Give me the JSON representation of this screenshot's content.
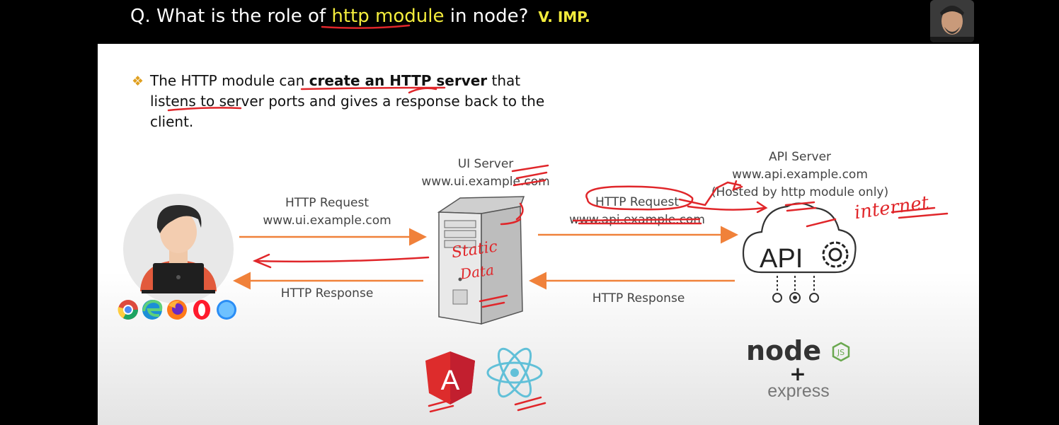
{
  "header": {
    "question_prefix": "Q. What is the role of ",
    "question_highlight": "http module",
    "question_suffix": " in node?",
    "importance": "V. IMP."
  },
  "bullet": {
    "part1": "The HTTP module can ",
    "bold": "create an HTTP server",
    "part2": " that listens to server ports and gives a response back to the client."
  },
  "diagram": {
    "ui_server": {
      "title": "UI Server",
      "url": "www.ui.example.com"
    },
    "api_server": {
      "title": "API Server",
      "url": "www.api.example.com",
      "note": "(Hosted by http module only)"
    },
    "client_request": {
      "label": "HTTP Request",
      "url": "www.ui.example.com"
    },
    "client_response": {
      "label": "HTTP Response"
    },
    "server_request": {
      "label": "HTTP Request",
      "url": "www.api.example.com"
    },
    "server_response": {
      "label": "HTTP Response"
    },
    "api_badge": "API",
    "node_logo": "node",
    "node_js_badge": "JS",
    "plus": "+",
    "express": "express",
    "angular_letter": "A"
  },
  "annotations": {
    "static_data_line1": "Static",
    "static_data_line2": "Data",
    "internet": "internet"
  },
  "browsers": [
    "chrome-icon",
    "edge-icon",
    "firefox-icon",
    "opera-icon",
    "safari-icon"
  ],
  "colors": {
    "arrow": "#f0813a",
    "ink": "#e0262a",
    "highlight": "#f3ec3c",
    "node_green": "#6aa84f",
    "angular_red": "#dd2c2c",
    "react_blue": "#61c0d8"
  }
}
